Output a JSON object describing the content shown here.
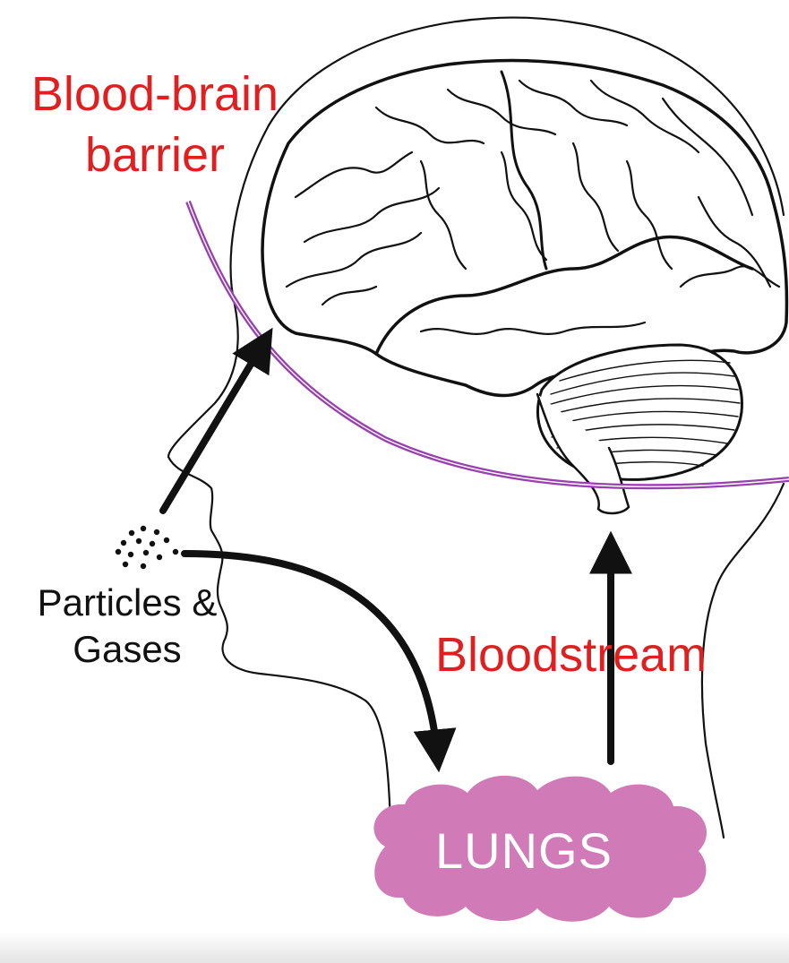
{
  "labels": {
    "blood_brain_line1": "Blood-brain",
    "blood_brain_line2": "barrier",
    "bloodstream": "Bloodstream",
    "particles_line1": "Particles &",
    "particles_line2": "Gases",
    "lungs": "LUNGS"
  },
  "colors": {
    "red_label": "#e02020",
    "black_text": "#111111",
    "barrier_line": "#9a3fb0",
    "lungs_fill": "#d07ab8",
    "lungs_text": "#ffffff",
    "outline": "#111111"
  },
  "icons": [
    "head-outline",
    "brain",
    "cerebellum",
    "arrow-up-right",
    "arrow-curved-down",
    "arrow-up",
    "lungs-cloud",
    "particle-dots"
  ]
}
